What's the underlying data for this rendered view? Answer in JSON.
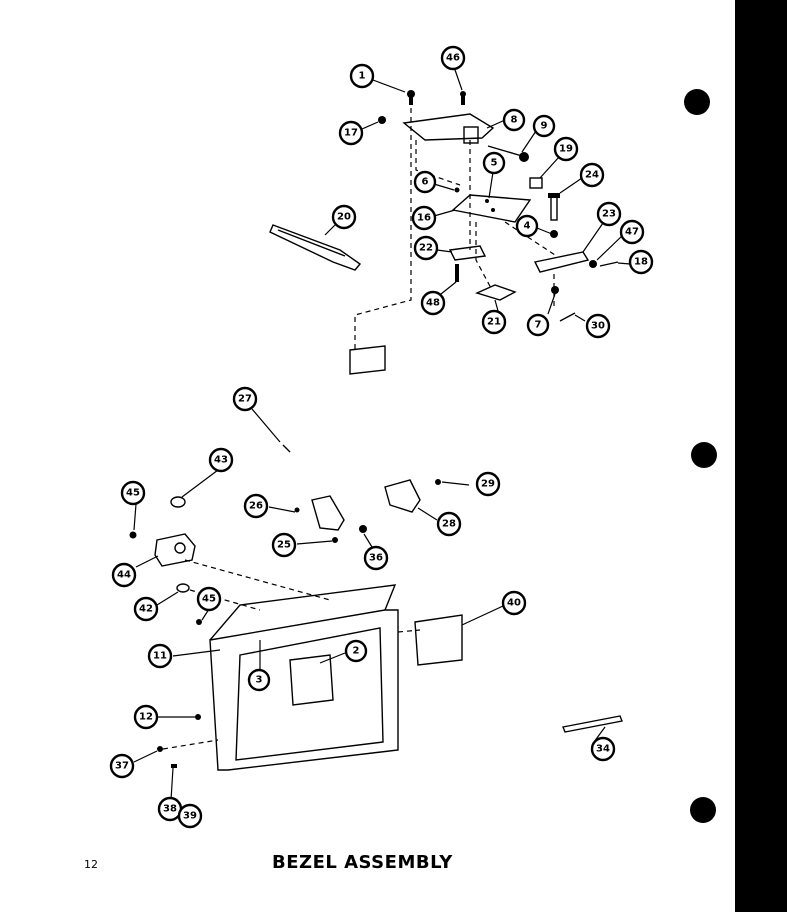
{
  "page": {
    "number": "12",
    "title": "BEZEL ASSEMBLY"
  },
  "callouts": [
    {
      "id": "1",
      "label": "1"
    },
    {
      "id": "46a",
      "label": "46"
    },
    {
      "id": "17",
      "label": "17"
    },
    {
      "id": "8a",
      "label": "8"
    },
    {
      "id": "9",
      "label": "9"
    },
    {
      "id": "19",
      "label": "19"
    },
    {
      "id": "5",
      "label": "5"
    },
    {
      "id": "6",
      "label": "6"
    },
    {
      "id": "24",
      "label": "24"
    },
    {
      "id": "20",
      "label": "20"
    },
    {
      "id": "16",
      "label": "16"
    },
    {
      "id": "4",
      "label": "4"
    },
    {
      "id": "23",
      "label": "23"
    },
    {
      "id": "47",
      "label": "47"
    },
    {
      "id": "22",
      "label": "22"
    },
    {
      "id": "18",
      "label": "18"
    },
    {
      "id": "48",
      "label": "48"
    },
    {
      "id": "21",
      "label": "21"
    },
    {
      "id": "7",
      "label": "7"
    },
    {
      "id": "30",
      "label": "30"
    },
    {
      "id": "27",
      "label": "27"
    },
    {
      "id": "43",
      "label": "43"
    },
    {
      "id": "29",
      "label": "29"
    },
    {
      "id": "45a",
      "label": "45"
    },
    {
      "id": "26",
      "label": "26"
    },
    {
      "id": "28",
      "label": "28"
    },
    {
      "id": "25",
      "label": "25"
    },
    {
      "id": "36",
      "label": "36"
    },
    {
      "id": "44",
      "label": "44"
    },
    {
      "id": "42",
      "label": "42"
    },
    {
      "id": "45b",
      "label": "45"
    },
    {
      "id": "40",
      "label": "40"
    },
    {
      "id": "11",
      "label": "11"
    },
    {
      "id": "2",
      "label": "2"
    },
    {
      "id": "3",
      "label": "3"
    },
    {
      "id": "12",
      "label": "12"
    },
    {
      "id": "34",
      "label": "34"
    },
    {
      "id": "37",
      "label": "37"
    },
    {
      "id": "38",
      "label": "38"
    },
    {
      "id": "39",
      "label": "39"
    }
  ],
  "colors": {
    "ink": "#000000",
    "paper": "#ffffff"
  }
}
